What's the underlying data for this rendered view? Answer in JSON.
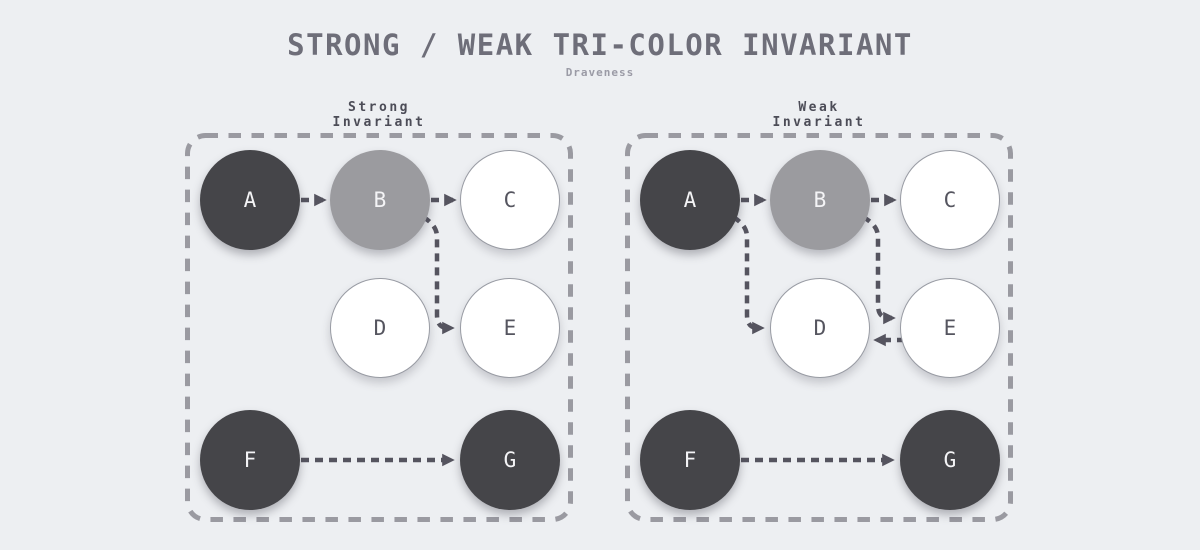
{
  "title": "STRONG / WEAK TRI-COLOR INVARIANT",
  "subtitle": "Draveness",
  "colors": {
    "bg": "#edeff2",
    "node_dark": "#454549",
    "node_gray": "#9b9b9f",
    "node_white": "#ffffff",
    "text_on_dark": "#f4f4f6",
    "text_on_light": "#55555f",
    "arrow": "#55545f",
    "box_border": "#9a9aa1",
    "title_color": "#6e6e79",
    "subtitle_color": "#9b9ba6",
    "label_color": "#4c4c57"
  },
  "panels": [
    {
      "label": "Strong\nInvariant",
      "nodes": [
        {
          "id": "A",
          "color": "dark"
        },
        {
          "id": "B",
          "color": "gray"
        },
        {
          "id": "C",
          "color": "white"
        },
        {
          "id": "D",
          "color": "white"
        },
        {
          "id": "E",
          "color": "white"
        },
        {
          "id": "F",
          "color": "dark"
        },
        {
          "id": "G",
          "color": "dark"
        }
      ],
      "edges": [
        {
          "from": "A",
          "to": "B"
        },
        {
          "from": "B",
          "to": "C"
        },
        {
          "from": "B",
          "to": "E"
        },
        {
          "from": "F",
          "to": "G"
        }
      ]
    },
    {
      "label": "Weak\nInvariant",
      "nodes": [
        {
          "id": "A",
          "color": "dark"
        },
        {
          "id": "B",
          "color": "gray"
        },
        {
          "id": "C",
          "color": "white"
        },
        {
          "id": "D",
          "color": "white"
        },
        {
          "id": "E",
          "color": "white"
        },
        {
          "id": "F",
          "color": "dark"
        },
        {
          "id": "G",
          "color": "dark"
        }
      ],
      "edges": [
        {
          "from": "A",
          "to": "B"
        },
        {
          "from": "B",
          "to": "C"
        },
        {
          "from": "A",
          "to": "D"
        },
        {
          "from": "B",
          "to": "E"
        },
        {
          "from": "E",
          "to": "D"
        },
        {
          "from": "F",
          "to": "G"
        }
      ]
    }
  ]
}
